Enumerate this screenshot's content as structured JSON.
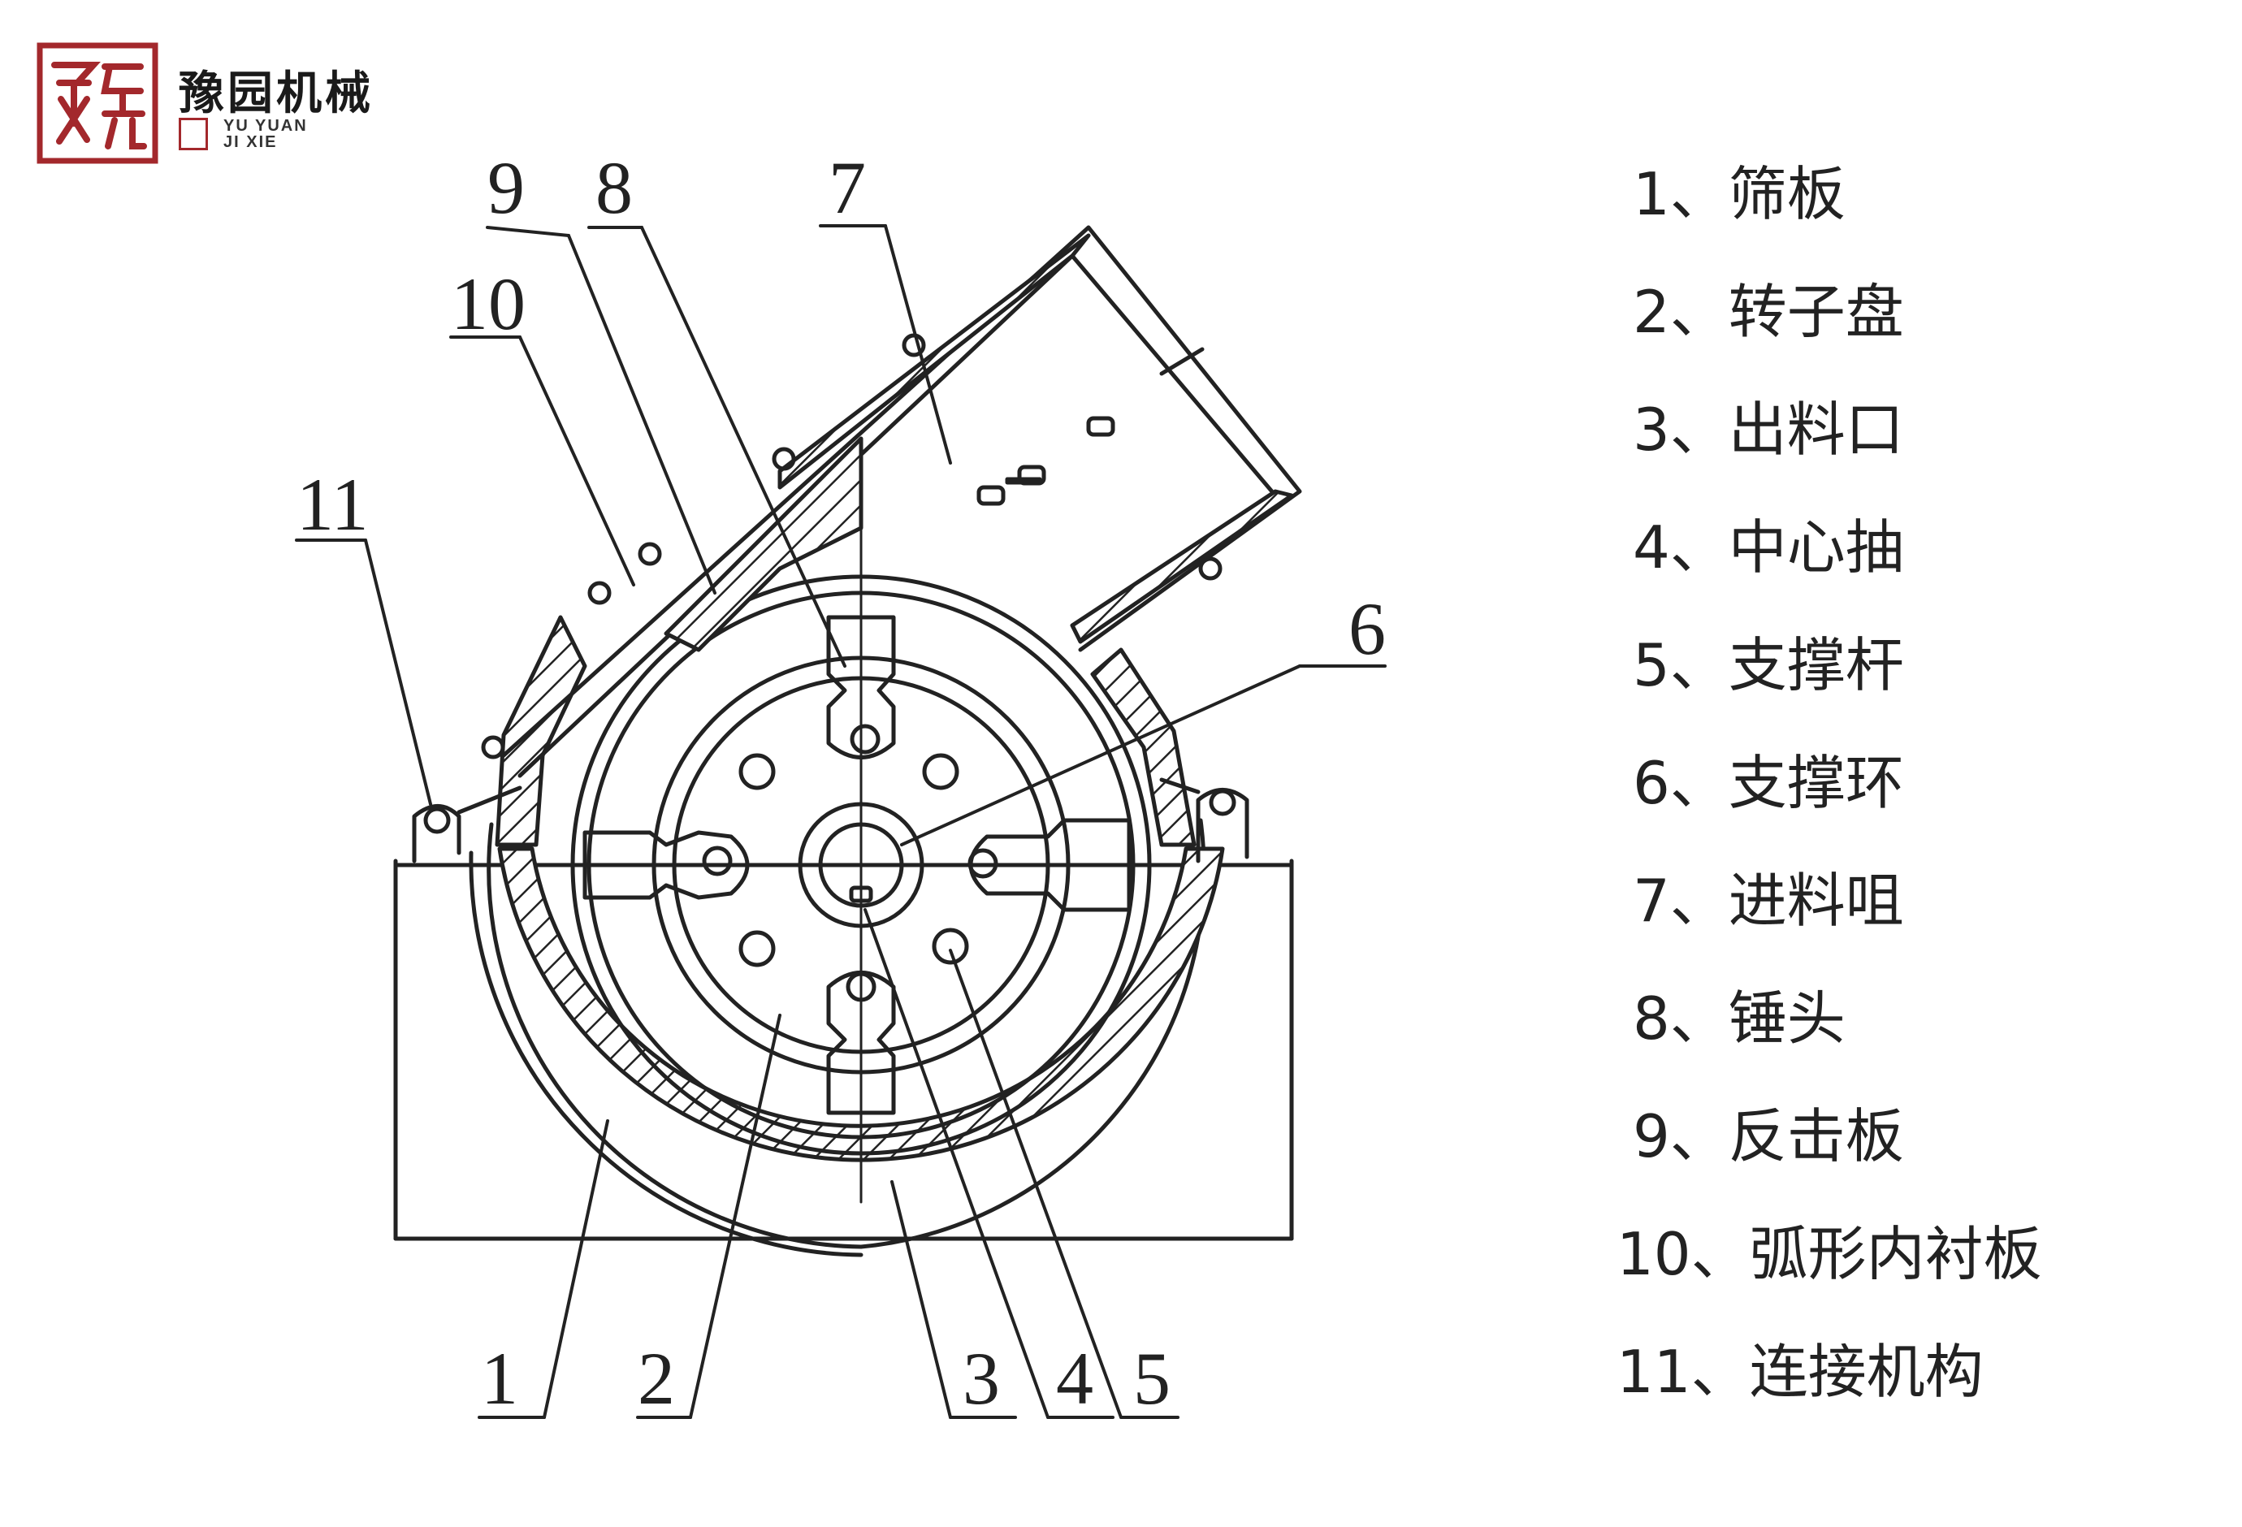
{
  "brand": {
    "name_cn": "豫园机械",
    "name_en_line1": "YU YUAN",
    "name_en_line2": "JI XIE",
    "seal_color": "#a3282c"
  },
  "diagram": {
    "callouts": [
      "1",
      "2",
      "3",
      "4",
      "5",
      "6",
      "7",
      "8",
      "9",
      "10",
      "11"
    ]
  },
  "legend": [
    "1、筛板",
    "2、转子盘",
    "3、出料口",
    "4、中心抽",
    "5、支撑杆",
    "6、支撑环",
    "7、进料咀",
    "8、锤头",
    "9、反击板",
    "10、弧形内衬板",
    "11、连接机构"
  ]
}
